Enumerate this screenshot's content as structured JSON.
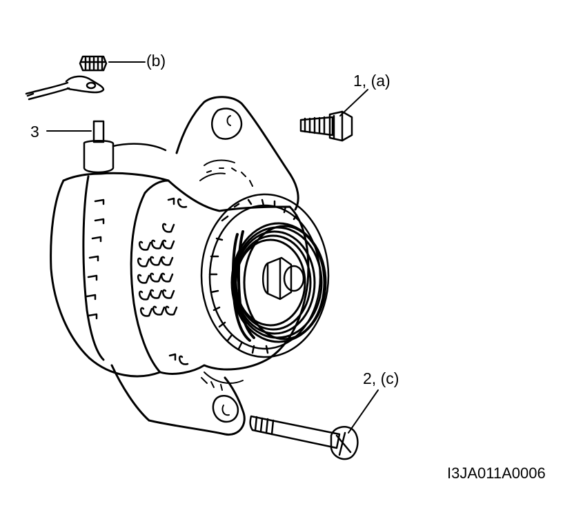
{
  "callouts": {
    "bolt_1a": "1, (a)",
    "nut_b": "(b)",
    "terminal_3": "3",
    "bolt_2c": "2, (c)"
  },
  "figure_id": "I3JA011A0006",
  "colors": {
    "ink": "#000000",
    "paper": "#ffffff"
  }
}
